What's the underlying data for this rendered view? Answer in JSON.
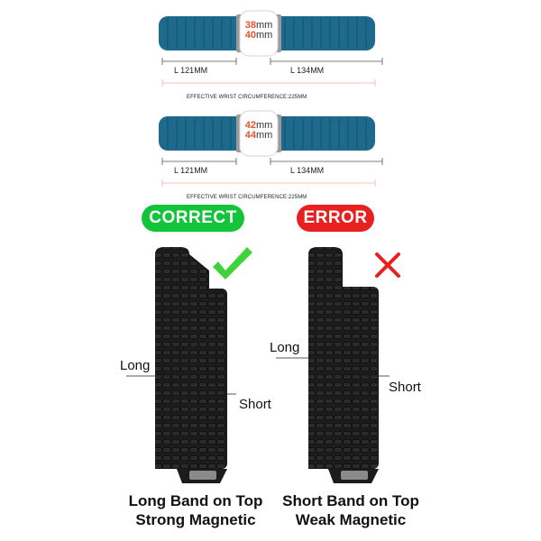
{
  "sizing": [
    {
      "size_top": "38",
      "size_bottom": "40",
      "unit": "mm",
      "left_length": "L 121MM",
      "right_length": "L 134MM",
      "circumference": "EFFECTIVE WRIST CIRCUMFERENCE:225MM"
    },
    {
      "size_top": "42",
      "size_bottom": "44",
      "unit": "mm",
      "left_length": "L 121MM",
      "right_length": "L 134MM",
      "circumference": "EFFECTIVE WRIST CIRCUMFERENCE:225MM"
    }
  ],
  "correct": {
    "badge": "CORRECT",
    "long_label": "Long",
    "short_label": "Short",
    "caption_line1": "Long Band on Top",
    "caption_line2": "Strong Magnetic"
  },
  "error": {
    "badge": "ERROR",
    "long_label": "Long",
    "short_label": "Short",
    "caption_line1": "Short Band on Top",
    "caption_line2": "Weak Magnetic"
  },
  "colors": {
    "band_blue": "#1e6a8d",
    "band_black": "#1c1c1c",
    "correct_green": "#12c43a",
    "error_red": "#e8201f",
    "size_orange": "#e8542a"
  },
  "icons": {
    "correct_mark": "check-icon",
    "error_mark": "cross-icon"
  }
}
